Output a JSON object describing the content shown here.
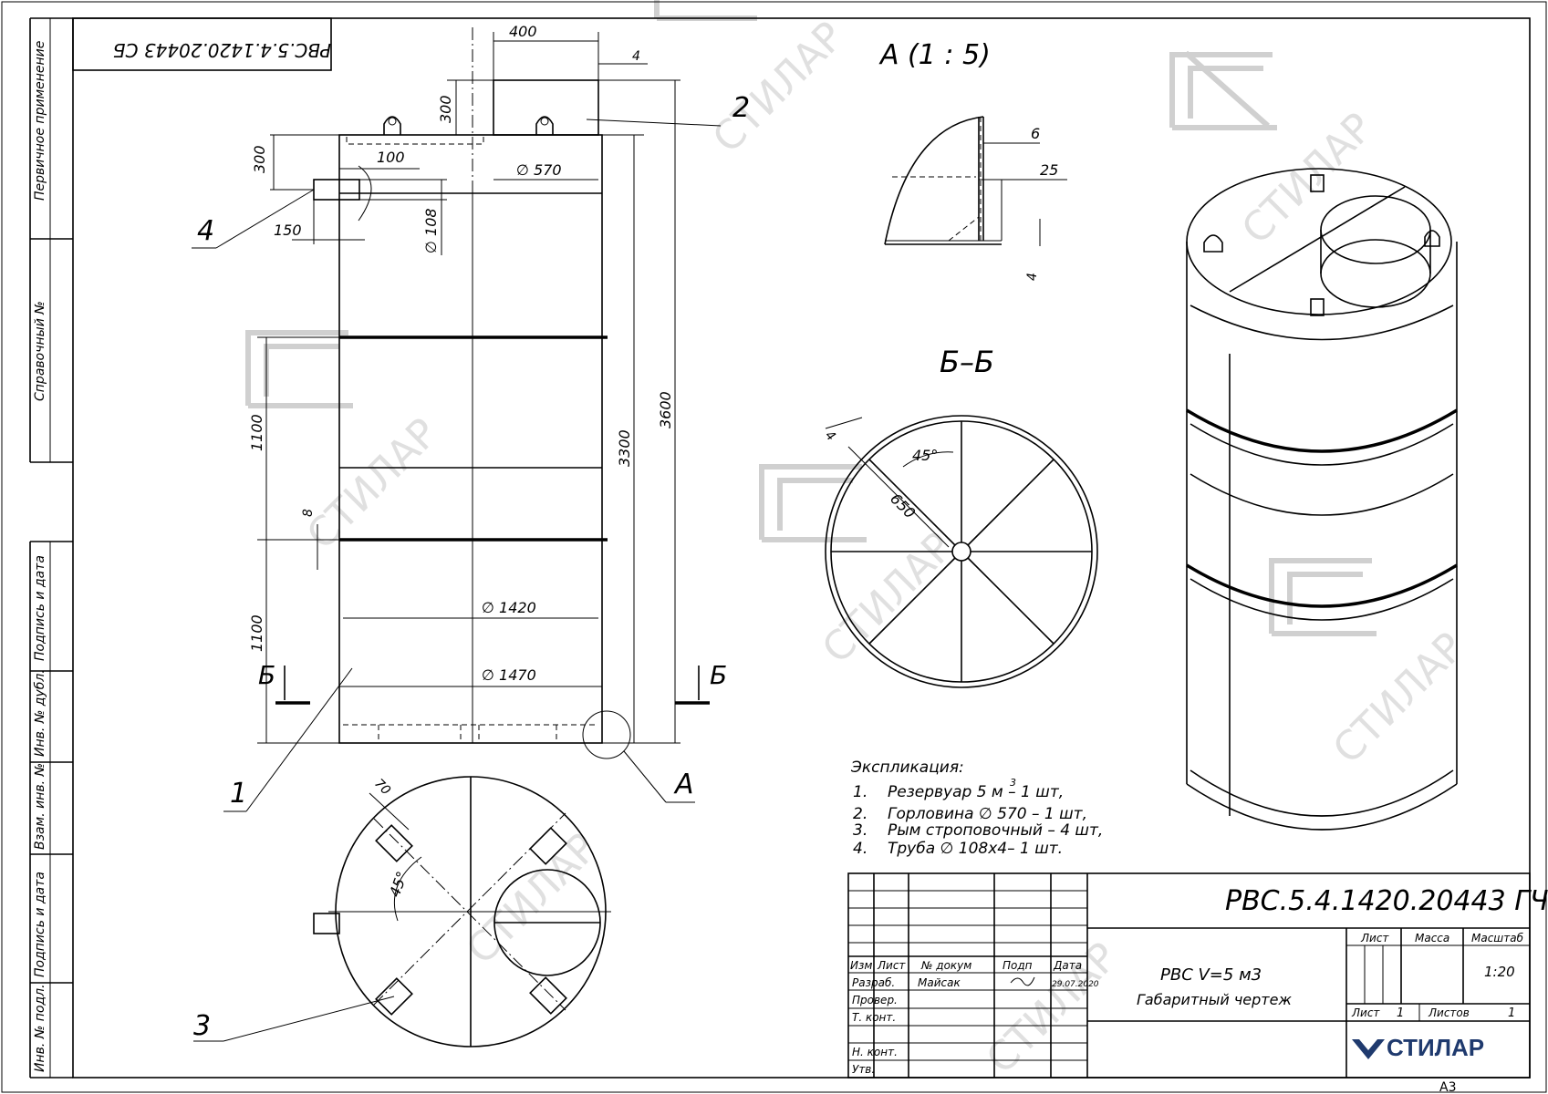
{
  "stamp_code_rotated": "РВС.5.4.1420.20443 СБ",
  "side_labels": [
    "Первичное применение",
    "Справочный №",
    "Подпись и дата",
    "Инв. № дубл.",
    "Взам. инв. №",
    "Подпись и дата",
    "Инв. № подл."
  ],
  "dims": {
    "d400": "400",
    "d4": "4",
    "d300_top": "300",
    "d300_left": "300",
    "d100": "100",
    "d570": "∅ 570",
    "d108": "∅ 108",
    "d150": "150",
    "d1100_a": "1100",
    "d1100_b": "1100",
    "d8": "8",
    "d3300": "3300",
    "d3600": "3600",
    "d1420": "∅ 1420",
    "d1470": "∅ 1470",
    "d70": "70",
    "d45_top": "45°",
    "d6": "6",
    "d25": "25",
    "d4_detail": "4",
    "d4_bb": "4",
    "d45_bb": "45°",
    "d650": "650"
  },
  "callouts": {
    "c1": "1",
    "c2": "2",
    "c3": "3",
    "c4": "4",
    "cA": "А",
    "cB_left": "Б",
    "cB_right": "Б"
  },
  "view_titles": {
    "detail": "А   (1 : 5)",
    "section": "Б–Б"
  },
  "explication": {
    "title": "Экспликация:",
    "items": [
      {
        "n": "1.",
        "text": "Резервуар 5 м  – 1 шт,",
        "sup": "3"
      },
      {
        "n": "2.",
        "text": "Горловина ∅ 570 – 1 шт,"
      },
      {
        "n": "3.",
        "text": "Рым строповочный – 4 шт,"
      },
      {
        "n": "4.",
        "text": "Труба ∅ 108х4– 1 шт."
      }
    ]
  },
  "title_block": {
    "code": "РВС.5.4.1420.20443 ГЧ",
    "name_line1": "РВС V=5 м3",
    "name_line2": "Габаритный чертеж",
    "headers": [
      "Изм",
      "Лист",
      "№ докум",
      "Подп",
      "Дата"
    ],
    "rows": [
      "Разраб.",
      "Провер.",
      "Т. конт.",
      "",
      "Н. конт.",
      "Утв."
    ],
    "developer": "Майсак",
    "date": "29.07.2020",
    "sheet_label": "Лист",
    "mass_label": "Масса",
    "scale_label": "Масштаб",
    "scale": "1:20",
    "sheet_num_label": "Лист",
    "sheet_num": "1",
    "sheets_label": "Листов",
    "sheets": "1",
    "company": "СТИЛАР",
    "format": "А3"
  },
  "watermark_text": "СТИЛАР"
}
